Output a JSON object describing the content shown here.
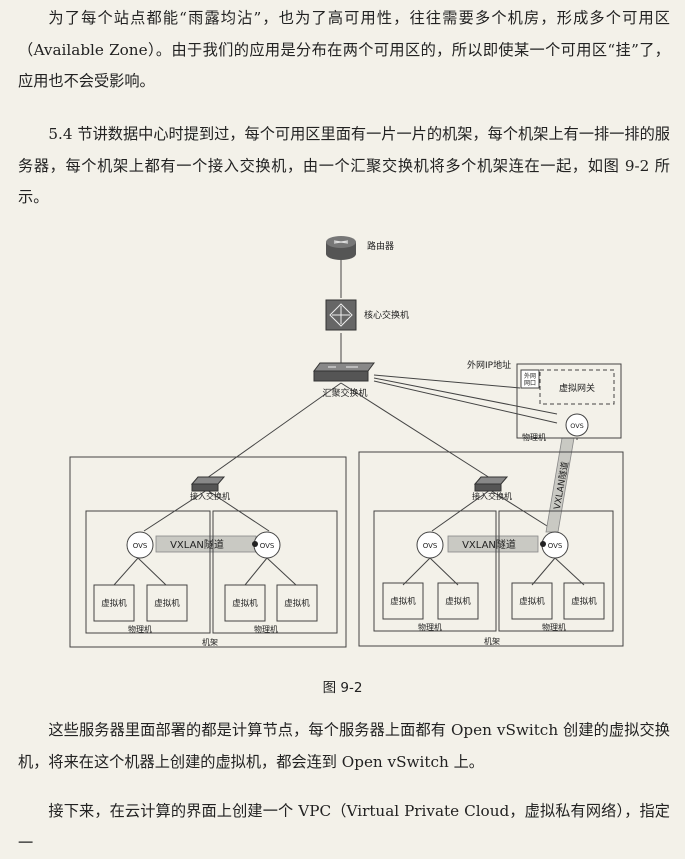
{
  "paragraphs": {
    "p1": "为了每个站点都能“雨露均沾”，也为了高可用性，往往需要多个机房，形成多个可用区（Available Zone）。由于我们的应用是分布在两个可用区的，所以即使某一个可用区“挂”了，应用也不会受影响。",
    "p2": "5.4 节讲数据中心时提到过，每个可用区里面有一片一片的机架，每个机架上有一排一排的服务器，每个机架上都有一个接入交换机，由一个汇聚交换机将多个机架连在一起，如图 9-2 所示。",
    "p3": "这些服务器里面部署的都是计算节点，每个服务器上面都有 Open vSwitch 创建的虚拟交换机，将来在这个机器上创建的虚拟机，都会连到 Open vSwitch 上。",
    "p4": "接下来，在云计算的界面上创建一个 VPC（Virtual Private Cloud，虚拟私有网络），指定一"
  },
  "figure": {
    "caption": "图 9-2",
    "router_label": "路由器",
    "core_switch_label": "核心交换机",
    "agg_switch_label": "汇聚交换机",
    "external_ip_label": "外网IP地址",
    "external_port_label_line1": "外网",
    "external_port_label_line2": "网口",
    "virtual_gateway_label": "虚拟网关",
    "physical_machine_label": "物理机",
    "rack_label": "机架",
    "access_switch_label": "接入交换机",
    "ovs_label": "OVS",
    "vm_label": "虚拟机",
    "vxlan_label": "VXLAN隧道"
  }
}
